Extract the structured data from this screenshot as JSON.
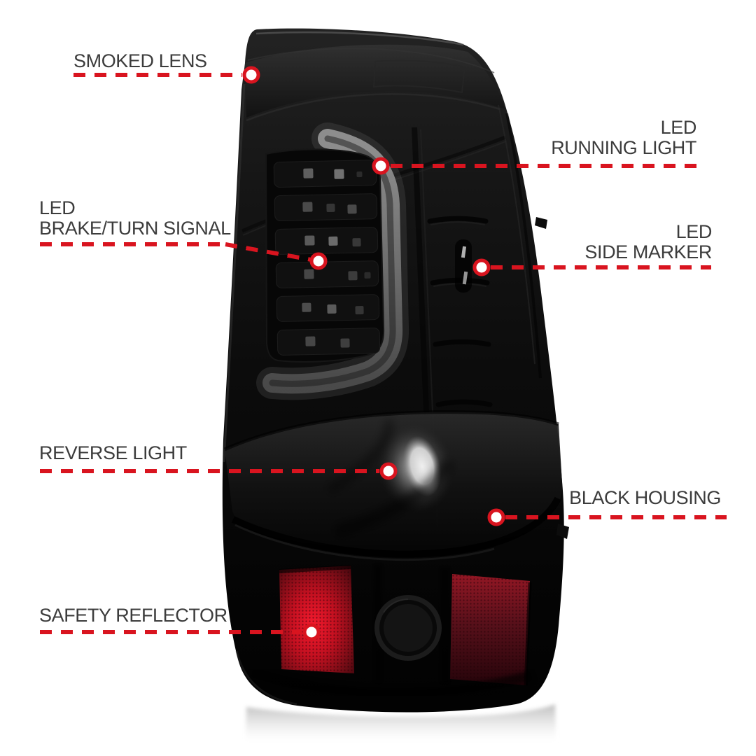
{
  "colors": {
    "background": "#ffffff",
    "accent_red": "#d9141f",
    "label_text": "#3c3c3c",
    "housing_black": "#0b0b0b",
    "light_bar_gray": "#8a8a8a",
    "reflector_red": "#c31020"
  },
  "icons": {
    "marker": "red-ring-white-dot"
  },
  "callouts": {
    "smoked_lens": {
      "line1": "SMOKED LENS"
    },
    "running_light": {
      "line1": "LED",
      "line2": "RUNNING LIGHT"
    },
    "brake_turn": {
      "line1": "LED",
      "line2": "BRAKE/TURN SIGNAL"
    },
    "side_marker": {
      "line1": "LED",
      "line2": "SIDE MARKER"
    },
    "reverse_light": {
      "line1": "REVERSE LIGHT"
    },
    "black_housing": {
      "line1": "BLACK HOUSING"
    },
    "safety_reflector": {
      "line1": "SAFETY REFLECTOR"
    }
  }
}
